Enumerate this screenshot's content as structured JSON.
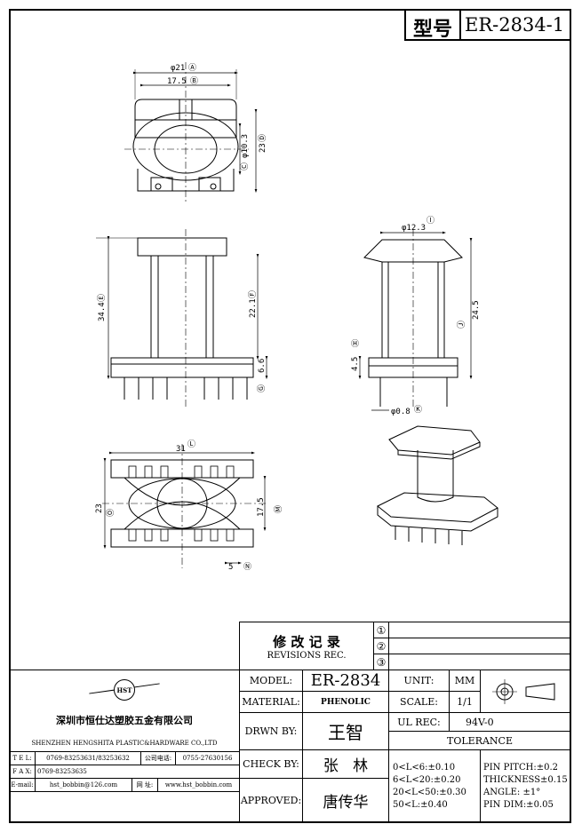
{
  "header": {
    "model_label": "型号",
    "model_value": "ER-2834-1"
  },
  "dims": {
    "top_view": {
      "A": "φ21",
      "B": "17.5",
      "C": "φ10.3",
      "D": "23",
      "mark_a": "Ⓐ",
      "mark_b": "Ⓑ",
      "mark_c": "Ⓒ",
      "mark_d": "Ⓓ"
    },
    "front_view": {
      "E": "34.4",
      "F": "22.1",
      "G": "6.6",
      "mark_e": "Ⓔ",
      "mark_f": "Ⓕ",
      "mark_g": "Ⓖ"
    },
    "side_view": {
      "I": "φ12.3",
      "J": "24.5",
      "H": "4.5",
      "K": "φ0.8",
      "mark_i": "Ⓘ",
      "mark_j": "Ⓙ",
      "mark_h": "Ⓗ",
      "mark_k": "Ⓚ"
    },
    "bottom_view": {
      "L": "31",
      "O": "23",
      "M": "17.5",
      "N": "5",
      "mark_l": "Ⓛ",
      "mark_o": "Ⓞ",
      "mark_m": "Ⓜ",
      "mark_n": "Ⓝ"
    }
  },
  "revisions": {
    "title_cn": "修 改 记 录",
    "title_en": "REVISIONS REC.",
    "marks": [
      "①",
      "②",
      "③"
    ]
  },
  "company": {
    "logo": "HST",
    "name_cn": "深圳市恒仕达塑胶五金有限公司",
    "name_en": "SHENZHEN HENGSHITA PLASTIC&HARDWARE CO.,LTD",
    "tel_label": "T E L:",
    "tel_value": "0769-83253631/83253632",
    "phone_label": "公司电话:",
    "phone_value": "0755-27630156",
    "fax_label": "F A X:",
    "fax_value": "0769-83253635",
    "email_label": "E-mail:",
    "email_value": "hst_bobbin@126.com",
    "web_label": "网 址:",
    "web_value": "www.hst_bobbin.com"
  },
  "title_block": {
    "model_label": "MODEL:",
    "model_value": "ER-2834",
    "material_label": "MATERIAL:",
    "material_value": "PHENOLIC",
    "drawn_label": "DRWN BY:",
    "drawn_value": "王智",
    "check_label": "CHECK BY:",
    "check_value": "张   林",
    "approved_label": "APPROVED:",
    "approved_value": "唐传华",
    "unit_label": "UNIT:",
    "unit_value": "MM",
    "scale_label": "SCALE:",
    "scale_value": "1/1",
    "ul_label": "UL REC:",
    "ul_value": "94V-0",
    "tolerance_label": "TOLERANCE",
    "tol_ranges": [
      "0<L<6:±0.10",
      "6<L<20:±0.20",
      "20<L<50:±0.30",
      "50<L:±0.40"
    ],
    "tol_specs": [
      "PIN PITCH:±0.2",
      "THICKNESS±0.15",
      "ANGLE: ±1°",
      "PIN DIM:±0.05"
    ]
  }
}
